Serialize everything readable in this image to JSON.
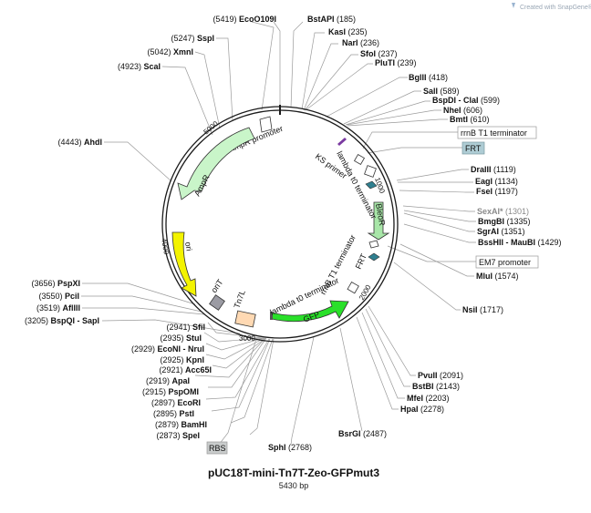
{
  "watermark": "Created with SnapGene®",
  "plasmid": {
    "name": "pUC18T-mini-Tn7T-Zeo-GFPmut3",
    "length_label": "5430 bp"
  },
  "ticks": [
    "1000",
    "2000",
    "3000",
    "4000",
    "5000"
  ],
  "sites": [
    {
      "pos": "(5419)",
      "name": "EcoO109I"
    },
    {
      "name": "BstAPI",
      "pos": "(185)"
    },
    {
      "name": "KasI",
      "pos": "(235)"
    },
    {
      "name": "NarI",
      "pos": "(236)"
    },
    {
      "name": "SfoI",
      "pos": "(237)"
    },
    {
      "name": "PluTI",
      "pos": "(239)"
    },
    {
      "name": "BglII",
      "pos": "(418)"
    },
    {
      "name": "SalI",
      "pos": "(589)"
    },
    {
      "name": "BspDI - ClaI",
      "pos": "(599)"
    },
    {
      "name": "NheI",
      "pos": "(606)"
    },
    {
      "name": "BmtI",
      "pos": "(610)"
    },
    {
      "name": "DraIII",
      "pos": "(1119)"
    },
    {
      "name": "EagI",
      "pos": "(1134)"
    },
    {
      "name": "FseI",
      "pos": "(1197)"
    },
    {
      "name": "SexAI*",
      "pos": "(1301)"
    },
    {
      "name": "BmgBI",
      "pos": "(1335)"
    },
    {
      "name": "SgrAI",
      "pos": "(1351)"
    },
    {
      "name": "BssHII - MauBI",
      "pos": "(1429)"
    },
    {
      "name": "MluI",
      "pos": "(1574)"
    },
    {
      "name": "NsiI",
      "pos": "(1717)"
    },
    {
      "name": "PvuII",
      "pos": "(2091)"
    },
    {
      "name": "BstBI",
      "pos": "(2143)"
    },
    {
      "name": "MfeI",
      "pos": "(2203)"
    },
    {
      "name": "HpaI",
      "pos": "(2278)"
    },
    {
      "name": "BsrGI",
      "pos": "(2487)"
    },
    {
      "name": "SphI",
      "pos": "(2768)"
    },
    {
      "pos": "(2873)",
      "name": "SpeI"
    },
    {
      "pos": "(2879)",
      "name": "BamHI"
    },
    {
      "pos": "(2895)",
      "name": "PstI"
    },
    {
      "pos": "(2897)",
      "name": "EcoRI"
    },
    {
      "pos": "(2915)",
      "name": "PspOMI"
    },
    {
      "pos": "(2919)",
      "name": "ApaI"
    },
    {
      "pos": "(2921)",
      "name": "Acc65I"
    },
    {
      "pos": "(2925)",
      "name": "KpnI"
    },
    {
      "pos": "(2929)",
      "name": "EcoNI - NruI"
    },
    {
      "pos": "(2935)",
      "name": "StuI"
    },
    {
      "pos": "(2941)",
      "name": "SfiI"
    },
    {
      "pos": "(3205)",
      "name": "BspQI - SapI"
    },
    {
      "pos": "(3519)",
      "name": "AflIII"
    },
    {
      "pos": "(3550)",
      "name": "PciI"
    },
    {
      "pos": "(3656)",
      "name": "PspXI"
    },
    {
      "pos": "(4443)",
      "name": "AhdI"
    },
    {
      "pos": "(4923)",
      "name": "ScaI"
    },
    {
      "pos": "(5042)",
      "name": "XmnI"
    },
    {
      "pos": "(5247)",
      "name": "SspI"
    }
  ],
  "feature_boxes": {
    "rrnb_t1": "rrnB T1 terminator",
    "frt": "FRT",
    "em7": "EM7 promoter",
    "rbs": "RBS"
  },
  "features": {
    "ampr_promoter": "AmpR promoter",
    "ampr": "AmpR",
    "ori": "ori",
    "orit": "oriT",
    "tn7l": "Tn7L",
    "gfp": "GFP",
    "lambda_t0_bottom": "lambda t0 terminator",
    "rrnb_t1_inner": "rrnB T1 terminator",
    "frt_inner": "FRT",
    "bleor": "BleoR",
    "lambda_t0_top": "lambda t0 terminator",
    "ks_primer": "KS primer"
  },
  "colors": {
    "backbone": "#1a1a1a",
    "ampr_fill": "#c9f5c9",
    "ori_fill": "#f3f300",
    "gfp_fill": "#29e029",
    "tn7l_fill": "#ffd9b3",
    "orit_fill": "#9b9ba3",
    "teal": "#2f7f8f",
    "bleor_fill": "#a8e6a8",
    "ks_fill": "#7a3aa0"
  }
}
